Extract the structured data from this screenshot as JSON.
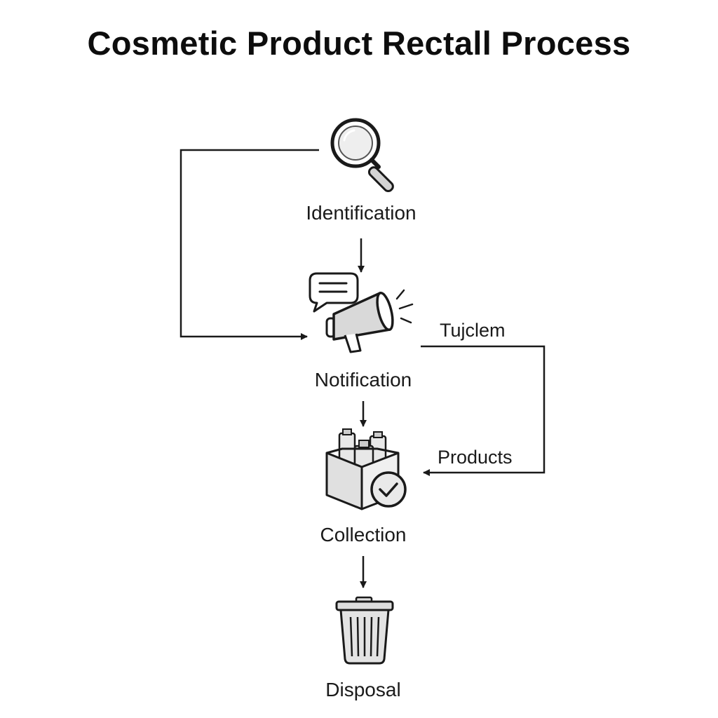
{
  "title": "Cosmetic Product Rectall Process",
  "steps": [
    {
      "label": "Identification",
      "icon": "magnifying-glass-icon"
    },
    {
      "label": "Notification",
      "icon": "megaphone-icon"
    },
    {
      "label": "Collection",
      "icon": "product-box-icon"
    },
    {
      "label": "Disposal",
      "icon": "trash-can-icon"
    }
  ],
  "side_labels": {
    "right_top": "Tujclem",
    "right_bottom": "Products"
  },
  "colors": {
    "stroke": "#1a1a1a",
    "fill_light": "#e6e6e6",
    "background": "#ffffff"
  }
}
